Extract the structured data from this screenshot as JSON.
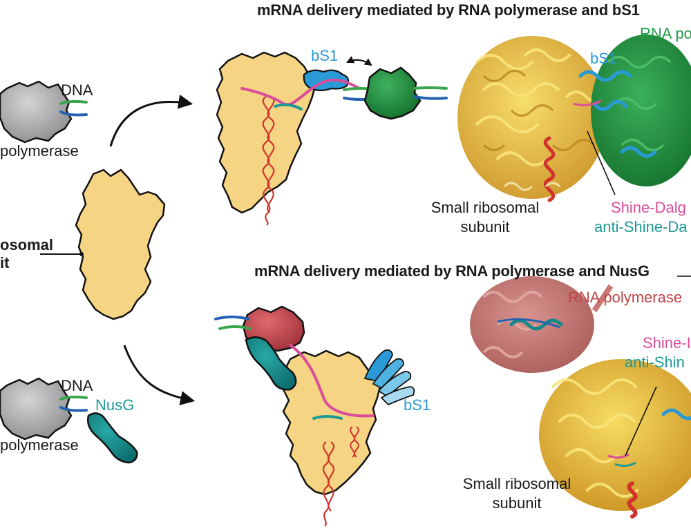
{
  "titles": {
    "top": "mRNA delivery mediated by RNA polymerase and bS1",
    "bottom": "mRNA delivery mediated by RNA polymerase and NusG"
  },
  "labels": {
    "dna_top": "DNA",
    "polymerase_top": "polymerase",
    "ribosomal_left_line1": "osomal",
    "ribosomal_left_line2": "it",
    "dna_bottom": "DNA",
    "polymerase_bottom": "polymerase",
    "nusg": "NusG",
    "bs1_top_cartoon": "bS1",
    "bs1_top_model": "bS1",
    "rna_pol_top_model": "RNA po",
    "small_ribosomal_top_line1": "Small ribosomal",
    "small_ribosomal_top_line2": "subunit",
    "shine_dalgarno_top": "Shine-Dalg",
    "anti_shine_dalgarno_top": "anti-Shine-Da",
    "bs1_bottom_cartoon": "bS1",
    "rna_pol_bottom_model": "RNA polymerase",
    "shine_dalgarno_bottom": "Shine-I",
    "anti_shine_dalgarno_bottom": "anti-Shin",
    "small_ribosomal_bottom_line1": "Small ribosomal",
    "small_ribosomal_bottom_line2": "subunit"
  },
  "colors": {
    "subunit_yellow": "#f5d483",
    "polymerase_gray": "#a9a9ab",
    "polymerase_green": "#1e8f3e",
    "polymerase_red": "#c0454a",
    "nusg_teal": "#14898a",
    "bs1_blue": "#2a9ad6",
    "mrna_pink": "#d94d9a",
    "anti_sd_teal": "#1c9a96",
    "rrna_red": "#d0322c",
    "dna_green": "#3aa64c",
    "dna_blue": "#2563b0"
  }
}
